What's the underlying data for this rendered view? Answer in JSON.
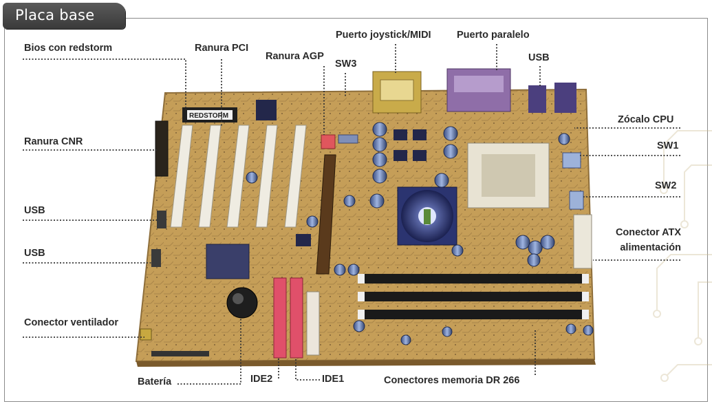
{
  "header": {
    "title": "Placa base"
  },
  "labels": {
    "bios": "Bios con redstorm",
    "pci": "Ranura PCI",
    "agp": "Ranura AGP",
    "joystick": "Puerto joystick/MIDI",
    "paralelo": "Puerto paralelo",
    "usb_top": "USB",
    "sw3": "SW3",
    "zocalo": "Zócalo CPU",
    "sw1": "SW1",
    "sw2": "SW2",
    "atx_line1": "Conector ATX",
    "atx_line2": "alimentación",
    "cnr": "Ranura CNR",
    "usb_left1": "USB",
    "usb_left2": "USB",
    "ventilador": "Conector ventilador",
    "bateria": "Batería",
    "ide2": "IDE2",
    "ide1": "IDE1",
    "memoria": "Conectores memoria DR 266"
  },
  "board": {
    "bios_chip_text": "REDSTORM"
  },
  "colors": {
    "pcb": "#c7a15a",
    "ide": "#e0506a",
    "leader": "#333333"
  }
}
